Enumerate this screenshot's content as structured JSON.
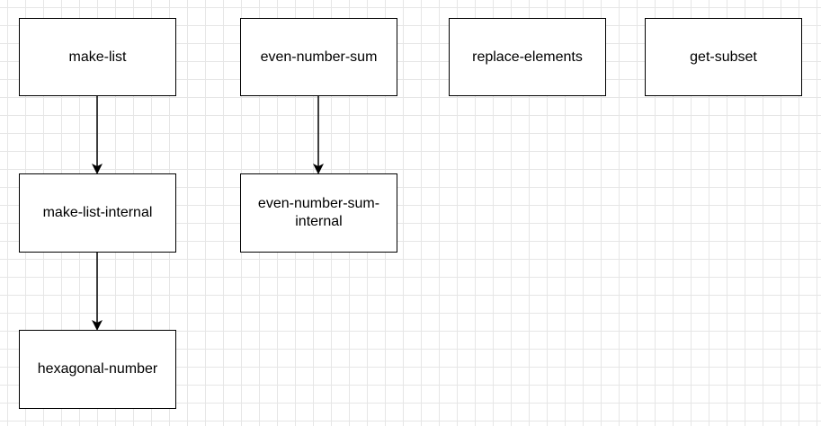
{
  "diagram": {
    "nodes": [
      {
        "id": "n1",
        "label": "make-list"
      },
      {
        "id": "n2",
        "label": "make-list-internal"
      },
      {
        "id": "n3",
        "label": "hexagonal-number"
      },
      {
        "id": "n4",
        "label": "even-number-sum"
      },
      {
        "id": "n5",
        "label": "even-number-sum-internal"
      },
      {
        "id": "n6",
        "label": "replace-elements"
      },
      {
        "id": "n7",
        "label": "get-subset"
      }
    ],
    "edges": [
      {
        "from": "make-list",
        "to": "make-list-internal"
      },
      {
        "from": "make-list-internal",
        "to": "hexagonal-number"
      },
      {
        "from": "even-number-sum",
        "to": "even-number-sum-internal"
      }
    ]
  }
}
